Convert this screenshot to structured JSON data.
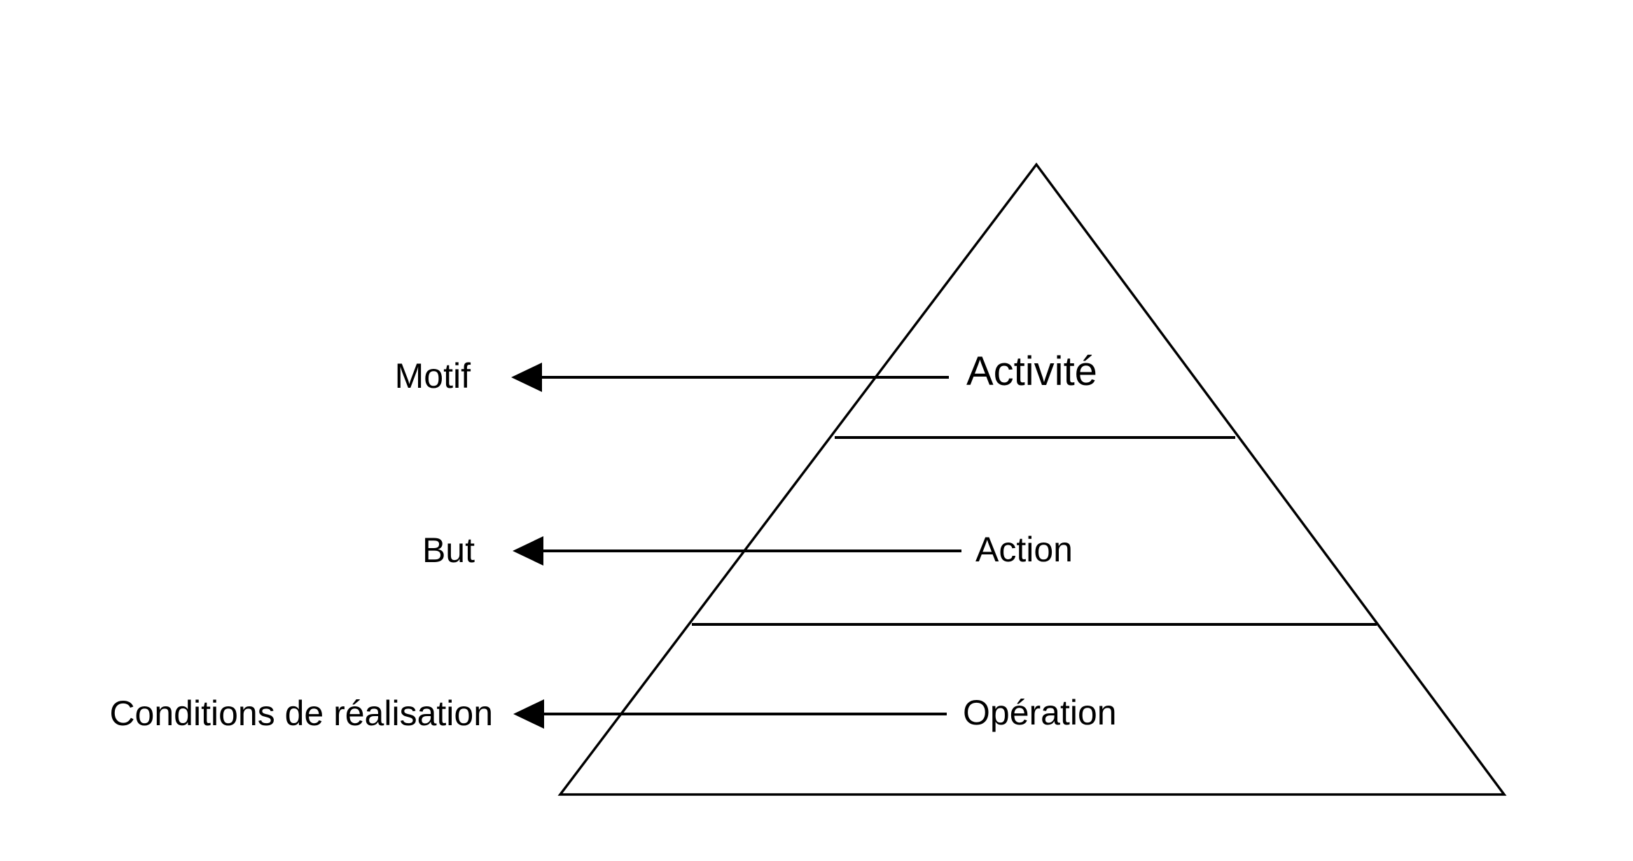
{
  "diagram": {
    "type": "pyramid-hierarchy",
    "colors": {
      "stroke": "#000000",
      "background": "#ffffff"
    },
    "levels": [
      {
        "inside_label": "Activité",
        "outside_label": "Motif"
      },
      {
        "inside_label": "Action",
        "outside_label": "But"
      },
      {
        "inside_label": "Opération",
        "outside_label": "Conditions de réalisation"
      }
    ]
  }
}
